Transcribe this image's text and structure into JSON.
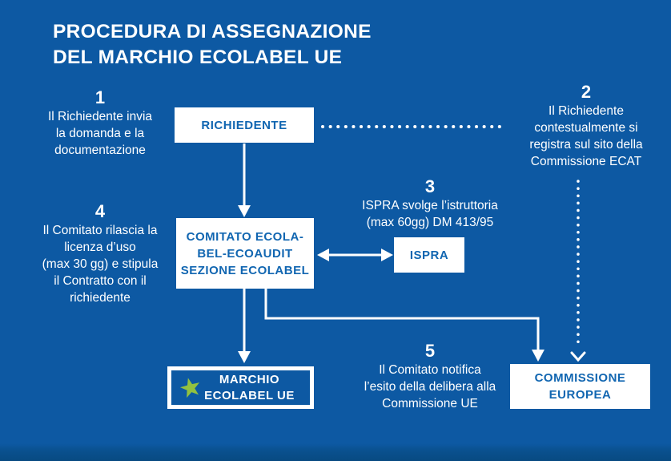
{
  "title": "PROCEDURA DI ASSEGNAZIONE\nDEL MARCHIO ECOLABEL UE",
  "steps": [
    {
      "number": "1",
      "text": "Il Richiedente invia\nla domanda e la\ndocumentazione"
    },
    {
      "number": "2",
      "text": "Il Richiedente\ncontestualmente si\nregistra sul sito della\nCommissione ECAT"
    },
    {
      "number": "3",
      "text": "ISPRA svolge l’istruttoria\n(max 60gg) DM 413/95"
    },
    {
      "number": "4",
      "text": "Il Comitato rilascia la\nlicenza d’uso\n(max 30 gg) e stipula\nil Contratto con il\nrichiedente"
    },
    {
      "number": "5",
      "text": "Il Comitato notifica\nl’esito della delibera alla\nCommissione UE"
    }
  ],
  "nodes": {
    "richiedente": "RICHIEDENTE",
    "comitato": "COMITATO ECOLA-\nBEL-ECOAUDIT\nSEZIONE ECOLABEL",
    "ispra": "ISPRA",
    "marchio": "MARCHIO\nECOLABEL UE",
    "commissione": "COMMISSIONE\nEUROPEA"
  },
  "icons": {
    "star": "ecolabel-star"
  },
  "colors": {
    "background": "#0d59a3",
    "box_text": "#1166b1",
    "text": "#ffffff",
    "star": "#92c140"
  }
}
